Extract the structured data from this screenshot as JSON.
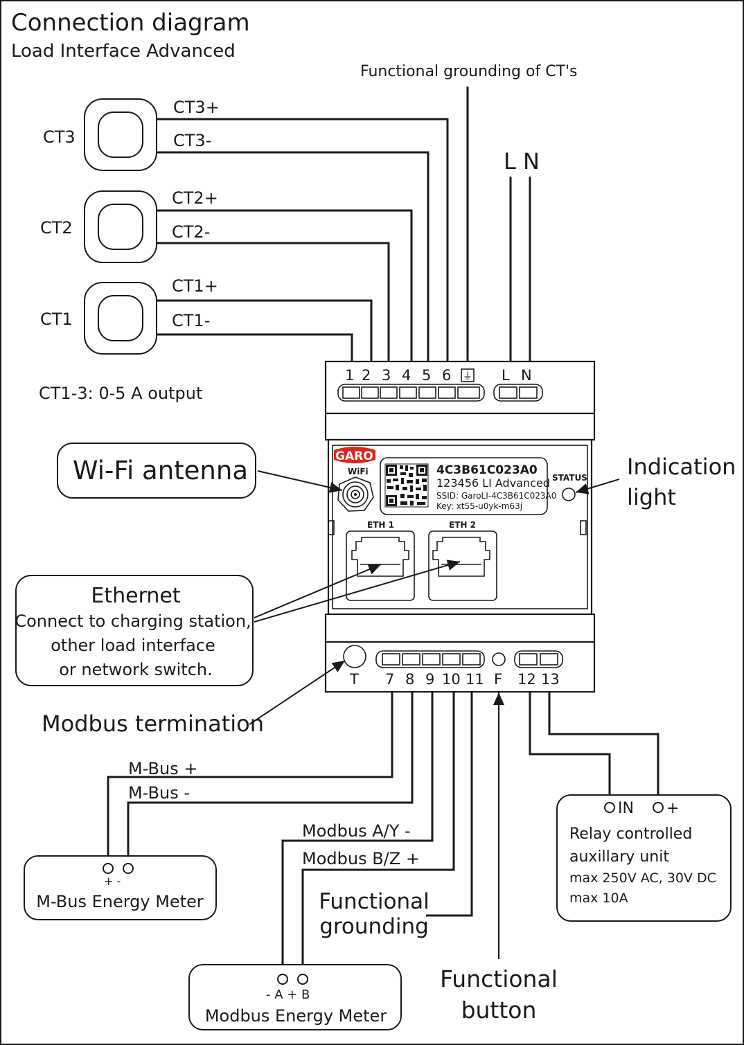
{
  "title": "Connection diagram",
  "subtitle": "Load Interface Advanced",
  "ct_grounding_label": "Functional grounding of CT's",
  "ct": {
    "ct3": {
      "name": "CT3",
      "plus": "CT3+",
      "minus": "CT3-"
    },
    "ct2": {
      "name": "CT2",
      "plus": "CT2+",
      "minus": "CT2-"
    },
    "ct1": {
      "name": "CT1",
      "plus": "CT1+",
      "minus": "CT1-"
    },
    "output_note": "CT1-3: 0-5 A output"
  },
  "power": {
    "l": "L",
    "n": "N",
    "ln_header": "L N"
  },
  "top_terminals": [
    "1",
    "2",
    "3",
    "4",
    "5",
    "6"
  ],
  "ground_symbol": "⏚",
  "bottom_terminals": [
    "T",
    "7",
    "8",
    "9",
    "10",
    "11",
    "F",
    "12",
    "13"
  ],
  "device": {
    "brand": "GARO",
    "wifi": "WiFi",
    "serial": "4C3B61C023A0",
    "model_line": "123456   LI Advanced",
    "ssid": "SSID: GaroLI-4C3B61C023A0",
    "key": "Key: xt55-u0yk-m63j",
    "status": "STATUS",
    "eth1": "ETH 1",
    "eth2": "ETH 2"
  },
  "callouts": {
    "wifi_antenna": "Wi-Fi antenna",
    "indication_light": [
      "Indication",
      "light"
    ],
    "ethernet_title": "Ethernet",
    "ethernet_lines": [
      "Connect to charging station,",
      "other load interface",
      "or network switch."
    ],
    "modbus_termination": "Modbus termination",
    "functional_grounding": [
      "Functional",
      "grounding"
    ],
    "functional_button": [
      "Functional",
      "button"
    ]
  },
  "mbus": {
    "plus_label": "M-Bus +",
    "minus_label": "M-Bus -",
    "meter_name": "M-Bus Energy Meter",
    "pins": "+   -"
  },
  "modbus": {
    "a_label": "Modbus A/Y -",
    "b_label": "Modbus B/Z +",
    "meter_name": "Modbus Energy Meter",
    "pins": "- A  + B"
  },
  "relay": {
    "in_label": "IN",
    "plus_label": "+",
    "lines": [
      "Relay controlled",
      "auxillary unit",
      "max 250V AC, 30V DC",
      "max 10A"
    ]
  }
}
